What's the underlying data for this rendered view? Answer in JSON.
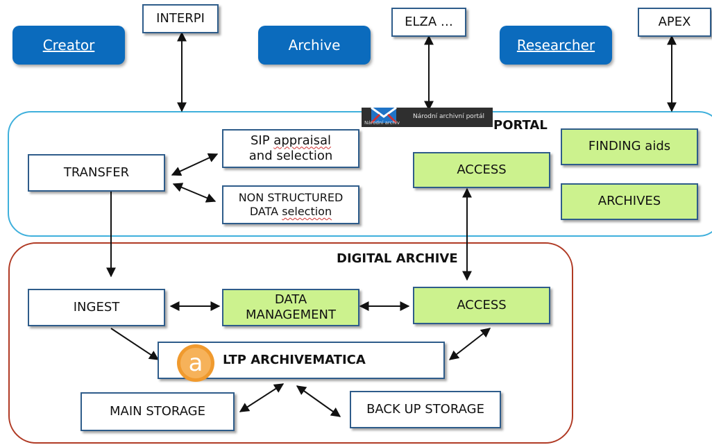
{
  "top_pills": {
    "creator": "Creator",
    "archive": "Archive",
    "researcher": "Researcher"
  },
  "top_boxes": {
    "interpi": "INTERPI",
    "elza": "ELZA …",
    "apex": "APEX"
  },
  "portal": {
    "title": "PORTAL",
    "logo_text": "Národní archivní portál",
    "logo_small": "Národní archiv",
    "transfer": "TRANSFER",
    "sip_line1": "SIP appraisal",
    "sip_line2": "and selection",
    "nonstruct_line1": "NON STRUCTURED",
    "nonstruct_line2": "DATA selection",
    "access": "ACCESS",
    "finding_aids": "FINDING aids",
    "archives": "ARCHIVES"
  },
  "digital_archive": {
    "title": "DIGITAL ARCHIVE",
    "ingest": "INGEST",
    "data_mgmt_line1": "DATA",
    "data_mgmt_line2": "MANAGEMENT",
    "access": "ACCESS",
    "ltp": "LTP ARCHIVEMATICA",
    "ltp_logo_letter": "a",
    "main_storage": "MAIN STORAGE",
    "backup_storage": "BACK UP STORAGE"
  },
  "colors": {
    "pill_blue": "#0b6bbd",
    "portal_border": "#3fb0dc",
    "archive_border": "#b03a24",
    "green_fill": "#ccf28e",
    "box_border": "#2e5c8a",
    "logo_orange": "#f09a2e"
  }
}
